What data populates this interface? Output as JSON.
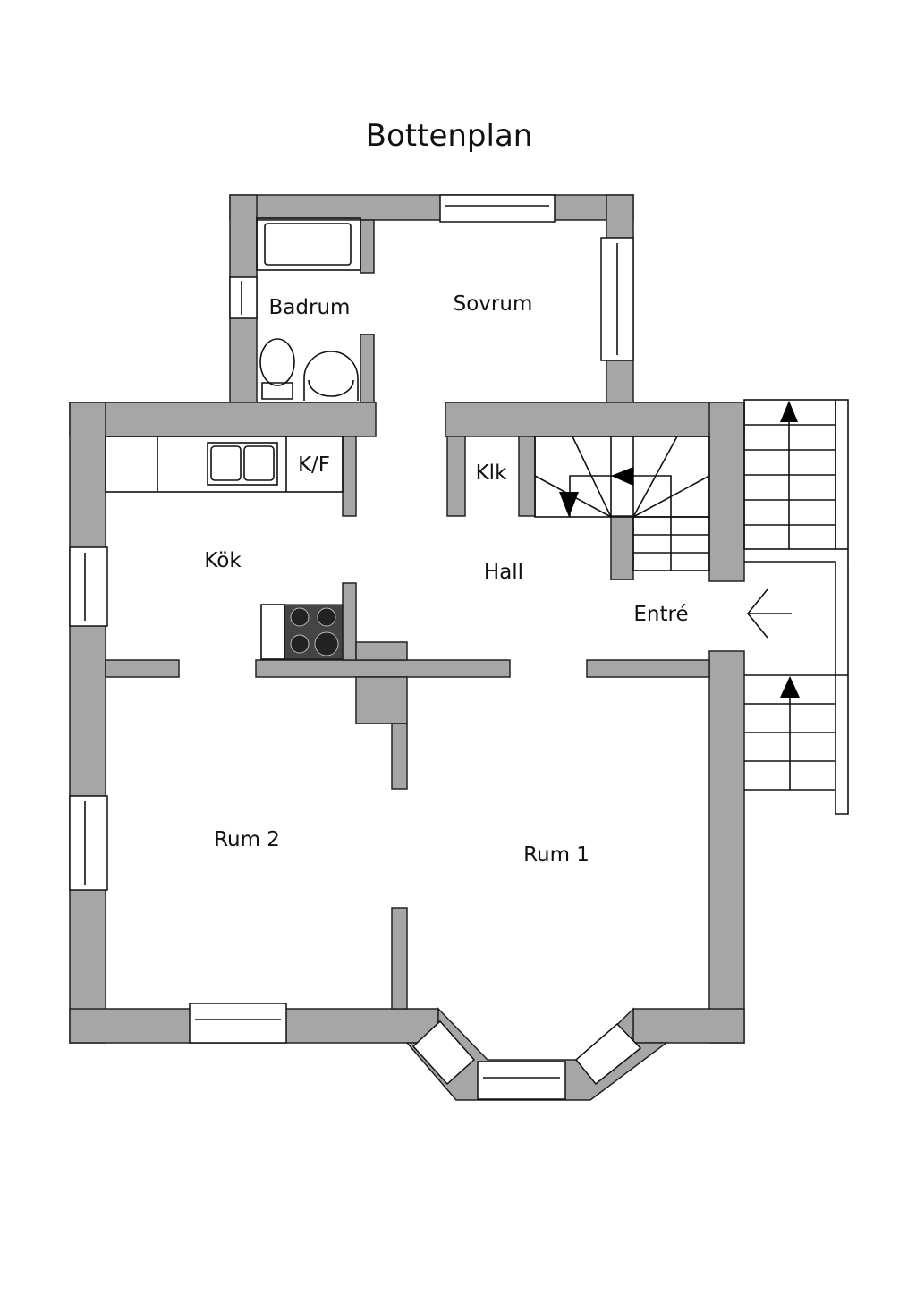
{
  "title": "Bottenplan",
  "rooms": {
    "badrum": "Badrum",
    "sovrum": "Sovrum",
    "kf": "K/F",
    "klk": "Klk",
    "kok": "Kök",
    "hall": "Hall",
    "entre": "Entré",
    "rum2": "Rum 2",
    "rum1": "Rum 1"
  },
  "colors": {
    "wall": "#a6a6a6",
    "line": "#111111"
  }
}
